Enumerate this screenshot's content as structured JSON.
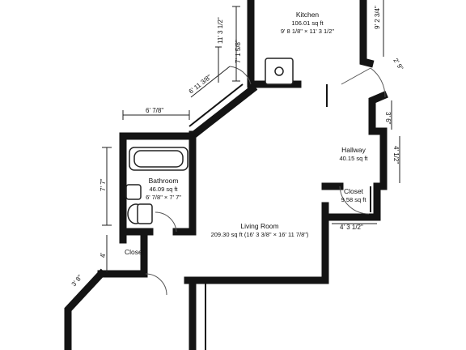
{
  "rooms": {
    "kitchen": {
      "name": "Kitchen",
      "area": "106.01 sq ft",
      "size": "9' 8 1/8\" × 11' 3 1/2\""
    },
    "bathroom": {
      "name": "Bathroom",
      "area": "46.09 sq ft",
      "size": "6' 7/8\" × 7' 7\""
    },
    "hallway": {
      "name": "Hallway",
      "area": "40.15 sq ft"
    },
    "closet_right": {
      "name": "Closet",
      "area": "9.58 sq ft"
    },
    "living_room": {
      "name": "Living Room",
      "area": "209.30 sq ft (16' 3 3/8\" × 16' 11 7/8\")"
    },
    "closet_left": {
      "name": "Closet"
    }
  },
  "dimensions": {
    "d_11_3_half": "11' 3 1/2\"",
    "d_7_1_5_8": "7' 1 5/8\"",
    "d_6_11_3_8": "6' 11 3/8\"",
    "d_6_7_8": "6' 7/8\"",
    "d_9_2_3_4": "9' 2 3/4\"",
    "d_2_9": "2' 9\"",
    "d_3_6": "3' 6\"",
    "d_4_1_2": "4' 1/2\"",
    "d_4_3_1_2": "4' 3 1/2\"",
    "d_7_7": "7' 7\"",
    "d_4": "4'",
    "d_3_8": "3' 8\""
  }
}
